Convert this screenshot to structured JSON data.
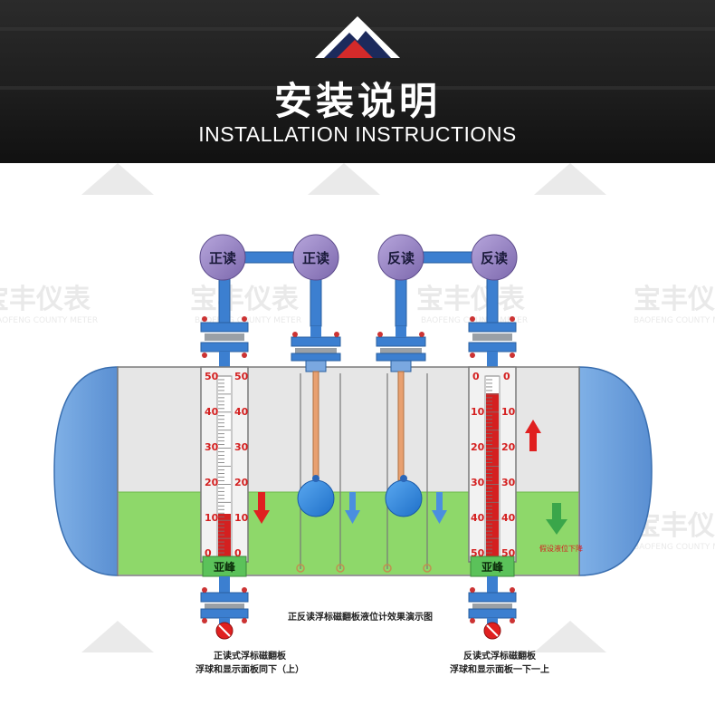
{
  "header": {
    "title_cn": "安装说明",
    "title_en": "INSTALLATION INSTRUCTIONS"
  },
  "watermark": {
    "brand": "宝丰仪表",
    "sub": "BAOFENG COUNTY METER"
  },
  "diagram": {
    "caption": "正反读浮标磁翻板液位计效果演示图",
    "knobs": [
      "正读",
      "正读",
      "反读",
      "反读"
    ],
    "scale_forward": [
      "50",
      "40",
      "30",
      "20",
      "10",
      "0"
    ],
    "scale_reverse": [
      "0",
      "10",
      "20",
      "30",
      "40",
      "50"
    ],
    "brand_label": "亚峰",
    "level_note": "假设液位下降",
    "left_note_line1": "正读式浮标磁翻板",
    "left_note_line2": "浮球和显示面板同下（上）",
    "right_note_line1": "反读式浮标磁翻板",
    "right_note_line2": "浮球和显示面板一下一上"
  },
  "colors": {
    "tank_end": "#6f9fdb",
    "liquid": "#8ed86a",
    "pipe": "#3c7fd0",
    "knob": "#9b86c4",
    "scale_red": "#d42020",
    "arrow_red": "#e02020",
    "arrow_blue": "#4a8fe0",
    "arrow_green": "#3aa64a"
  }
}
